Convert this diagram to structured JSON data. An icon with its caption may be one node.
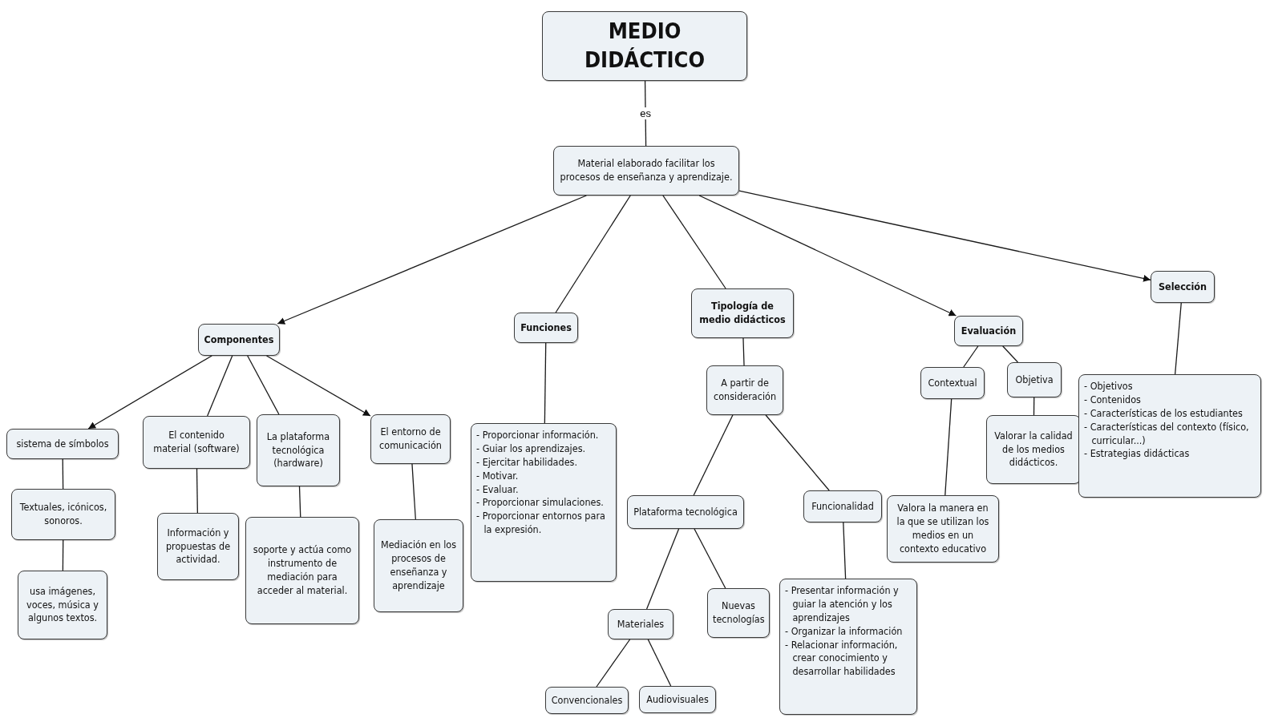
{
  "diagram": {
    "nodes": [
      {
        "text": [
          "MEDIO DIDÁCTICO"
        ]
      },
      {
        "text": [
          "Material elaborado facilitar los procesos de enseñanza y aprendizaje."
        ]
      },
      {
        "text": [
          "Componentes"
        ]
      },
      {
        "text": [
          "Funciones"
        ]
      },
      {
        "text": [
          "Tipología de medio didácticos"
        ]
      },
      {
        "text": [
          "Evaluación"
        ]
      },
      {
        "text": [
          "Selección"
        ]
      },
      {
        "text": [
          "sistema de símbolos"
        ]
      },
      {
        "text": [
          "El contenido material (software)"
        ]
      },
      {
        "text": [
          "La plataforma tecnológica (hardware)"
        ]
      },
      {
        "text": [
          "El entorno de comunicación"
        ]
      },
      {
        "text": [
          "Textuales, icónicos, sonoros."
        ]
      },
      {
        "text": [
          "usa imágenes, voces, música y algunos textos."
        ]
      },
      {
        "text": [
          "Información y propuestas de actividad."
        ]
      },
      {
        "text": [
          "soporte y actúa como instrumento de mediación para acceder al material."
        ]
      },
      {
        "text": [
          "Mediación en los procesos de enseñanza y aprendizaje"
        ]
      },
      {
        "text": [
          "- Proporcionar información.",
          "- Guiar los aprendizajes.",
          "- Ejercitar habilidades.",
          "- Motivar.",
          "- Evaluar.",
          "- Proporcionar simulaciones.",
          "- Proporcionar entornos para la expresión."
        ]
      },
      {
        "text": [
          "A partir de consideración"
        ]
      },
      {
        "text": [
          "Plataforma tecnológica"
        ]
      },
      {
        "text": [
          "Funcionalidad"
        ]
      },
      {
        "text": [
          "Materiales"
        ]
      },
      {
        "text": [
          "Nuevas tecnologías"
        ]
      },
      {
        "text": [
          "Convencionales"
        ]
      },
      {
        "text": [
          "Audiovisuales"
        ]
      },
      {
        "text": [
          "- Presentar información y guiar la atención y los aprendizajes",
          "- Organizar la información",
          "- Relacionar información, crear conocimiento y desarrollar habilidades"
        ]
      },
      {
        "text": [
          "Contextual"
        ]
      },
      {
        "text": [
          "Objetiva"
        ]
      },
      {
        "text": [
          "Valorar la calidad de los medios didácticos."
        ]
      },
      {
        "text": [
          "Valora la manera en la que se utilizan los medios en un contexto educativo"
        ]
      },
      {
        "text": [
          "- Objetivos",
          "- Contenidos",
          "- Características de los estudiantes",
          "- Características del contexto (físico, curricular...)",
          "- Estrategias didácticas"
        ]
      }
    ],
    "edges": [
      {
        "from": 0,
        "to": 1,
        "arrow": "none",
        "label": "es"
      },
      {
        "from": 1,
        "to": 2,
        "arrow": "to"
      },
      {
        "from": 1,
        "to": 3,
        "arrow": "none"
      },
      {
        "from": 1,
        "to": 4,
        "arrow": "none"
      },
      {
        "from": 1,
        "to": 5,
        "arrow": "to"
      },
      {
        "from": 1,
        "to": 6,
        "arrow": "to"
      },
      {
        "from": 2,
        "to": 7,
        "arrow": "to"
      },
      {
        "from": 2,
        "to": 8,
        "arrow": "none"
      },
      {
        "from": 2,
        "to": 9,
        "arrow": "none"
      },
      {
        "from": 2,
        "to": 10,
        "arrow": "to"
      },
      {
        "from": 7,
        "to": 11,
        "arrow": "none"
      },
      {
        "from": 11,
        "to": 12,
        "arrow": "none"
      },
      {
        "from": 8,
        "to": 13,
        "arrow": "none"
      },
      {
        "from": 9,
        "to": 14,
        "arrow": "none"
      },
      {
        "from": 10,
        "to": 15,
        "arrow": "none"
      },
      {
        "from": 3,
        "to": 16,
        "arrow": "none"
      },
      {
        "from": 4,
        "to": 17,
        "arrow": "none"
      },
      {
        "from": 17,
        "to": 18,
        "arrow": "none"
      },
      {
        "from": 17,
        "to": 19,
        "arrow": "none"
      },
      {
        "from": 18,
        "to": 20,
        "arrow": "none"
      },
      {
        "from": 18,
        "to": 21,
        "arrow": "none"
      },
      {
        "from": 20,
        "to": 22,
        "arrow": "none"
      },
      {
        "from": 20,
        "to": 23,
        "arrow": "none"
      },
      {
        "from": 19,
        "to": 24,
        "arrow": "none"
      },
      {
        "from": 5,
        "to": 25,
        "arrow": "none"
      },
      {
        "from": 5,
        "to": 26,
        "arrow": "none"
      },
      {
        "from": 26,
        "to": 27,
        "arrow": "none"
      },
      {
        "from": 25,
        "to": 28,
        "arrow": "none"
      },
      {
        "from": 6,
        "to": 29,
        "arrow": "none"
      }
    ]
  }
}
